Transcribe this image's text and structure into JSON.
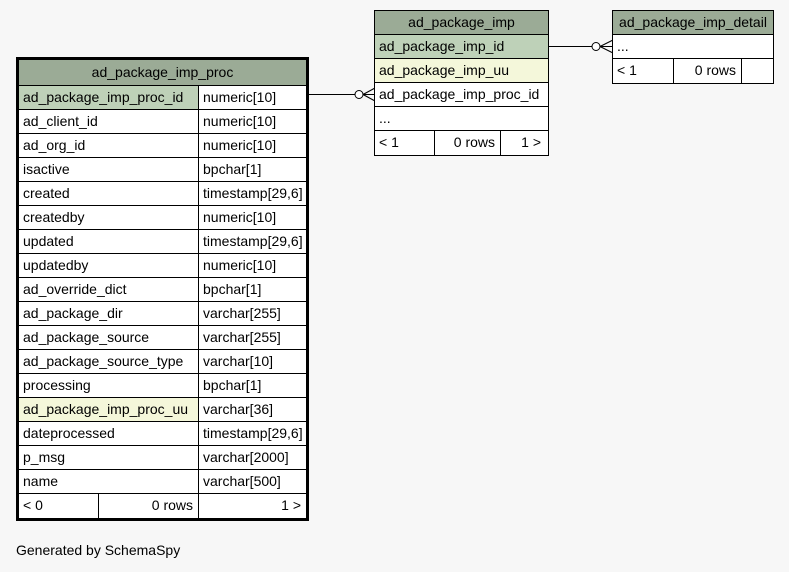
{
  "tables": {
    "proc": {
      "name": "ad_package_imp_proc",
      "columns": [
        {
          "name": "ad_package_imp_proc_id",
          "type": "numeric[10]",
          "kind": "pk"
        },
        {
          "name": "ad_client_id",
          "type": "numeric[10]",
          "kind": ""
        },
        {
          "name": "ad_org_id",
          "type": "numeric[10]",
          "kind": ""
        },
        {
          "name": "isactive",
          "type": "bpchar[1]",
          "kind": ""
        },
        {
          "name": "created",
          "type": "timestamp[29,6]",
          "kind": ""
        },
        {
          "name": "createdby",
          "type": "numeric[10]",
          "kind": ""
        },
        {
          "name": "updated",
          "type": "timestamp[29,6]",
          "kind": ""
        },
        {
          "name": "updatedby",
          "type": "numeric[10]",
          "kind": ""
        },
        {
          "name": "ad_override_dict",
          "type": "bpchar[1]",
          "kind": ""
        },
        {
          "name": "ad_package_dir",
          "type": "varchar[255]",
          "kind": ""
        },
        {
          "name": "ad_package_source",
          "type": "varchar[255]",
          "kind": ""
        },
        {
          "name": "ad_package_source_type",
          "type": "varchar[10]",
          "kind": ""
        },
        {
          "name": "processing",
          "type": "bpchar[1]",
          "kind": ""
        },
        {
          "name": "ad_package_imp_proc_uu",
          "type": "varchar[36]",
          "kind": "fk"
        },
        {
          "name": "dateprocessed",
          "type": "timestamp[29,6]",
          "kind": ""
        },
        {
          "name": "p_msg",
          "type": "varchar[2000]",
          "kind": ""
        },
        {
          "name": "name",
          "type": "varchar[500]",
          "kind": ""
        }
      ],
      "footer": {
        "parents": "< 0",
        "rows": "0 rows",
        "children": "1 >"
      }
    },
    "imp": {
      "name": "ad_package_imp",
      "columns": [
        {
          "name": "ad_package_imp_id",
          "kind": "pk"
        },
        {
          "name": "ad_package_imp_uu",
          "kind": "fk"
        },
        {
          "name": "ad_package_imp_proc_id",
          "kind": ""
        },
        {
          "name": "...",
          "kind": ""
        }
      ],
      "footer": {
        "parents": "< 1",
        "rows": "0 rows",
        "children": "1 >"
      }
    },
    "detail": {
      "name": "ad_package_imp_detail",
      "columns": [
        {
          "name": "...",
          "kind": ""
        }
      ],
      "footer": {
        "parents": "< 1",
        "rows": "0 rows",
        "children": ""
      }
    }
  },
  "generated_by": "Generated by SchemaSpy"
}
